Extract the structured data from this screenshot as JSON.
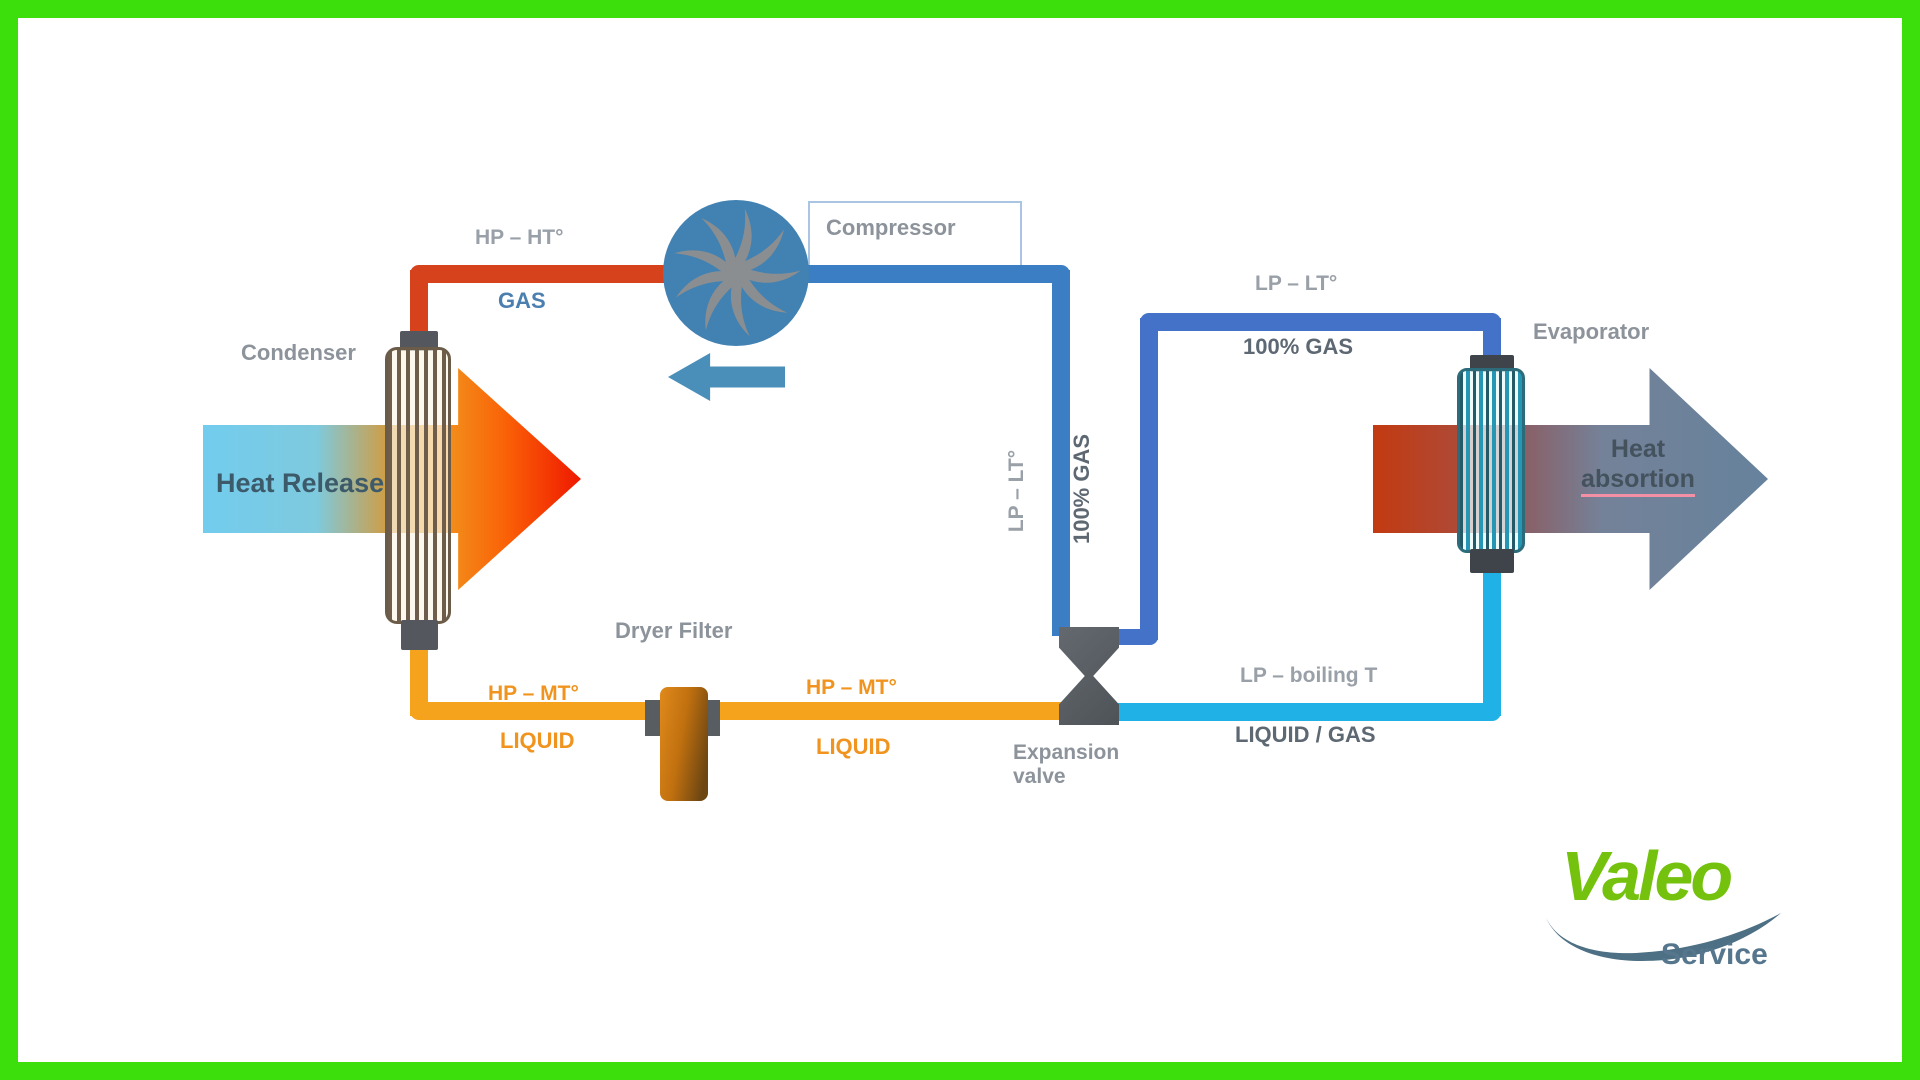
{
  "frame": {
    "border_color": "#3cdf0b",
    "canvas_color": "#ffffff"
  },
  "components": {
    "condenser_label": "Condenser",
    "compressor_label": "Compressor",
    "evaporator_label": "Evaporator",
    "dryer_filter_label": "Dryer Filter",
    "expansion_valve_line1": "Expansion",
    "expansion_valve_line2": "valve"
  },
  "pipe_labels": {
    "hp_ht": "HP – HT°",
    "gas": "GAS",
    "lp_lt_vertical": "LP – LT°",
    "gas100_vertical": "100% GAS",
    "lp_lt_top": "LP – LT°",
    "gas100_top": "100% GAS",
    "hp_mt_1": "HP – MT°",
    "liquid_1": "LIQUID",
    "hp_mt_2": "HP – MT°",
    "liquid_2": "LIQUID",
    "lp_boiling": "LP – boiling T",
    "liquid_gas": "LIQUID / GAS"
  },
  "arrows": {
    "heat_release": "Heat Release",
    "heat_absorption_line1": "Heat",
    "heat_absorption_line2": "absortion"
  },
  "colors": {
    "hot_gas_pipe": "#d6421b",
    "suction_pipe": "#3b7ec4",
    "evap_inlet_pipe": "#4472c8",
    "liquid_pipe": "#f5a21d",
    "two_phase_pipe": "#20b2e6",
    "gray_label": "#8d939b",
    "temp_label": "#9aa0a8",
    "state_label": "#5d6873",
    "gas_blue_label": "#4a7fb0",
    "orange_label": "#f0941f"
  },
  "logo": {
    "brand": "Valeo",
    "subtitle": "Service",
    "brand_color": "#74c20d",
    "subtitle_color": "#55768c",
    "swoosh_color": "#4d7085"
  }
}
